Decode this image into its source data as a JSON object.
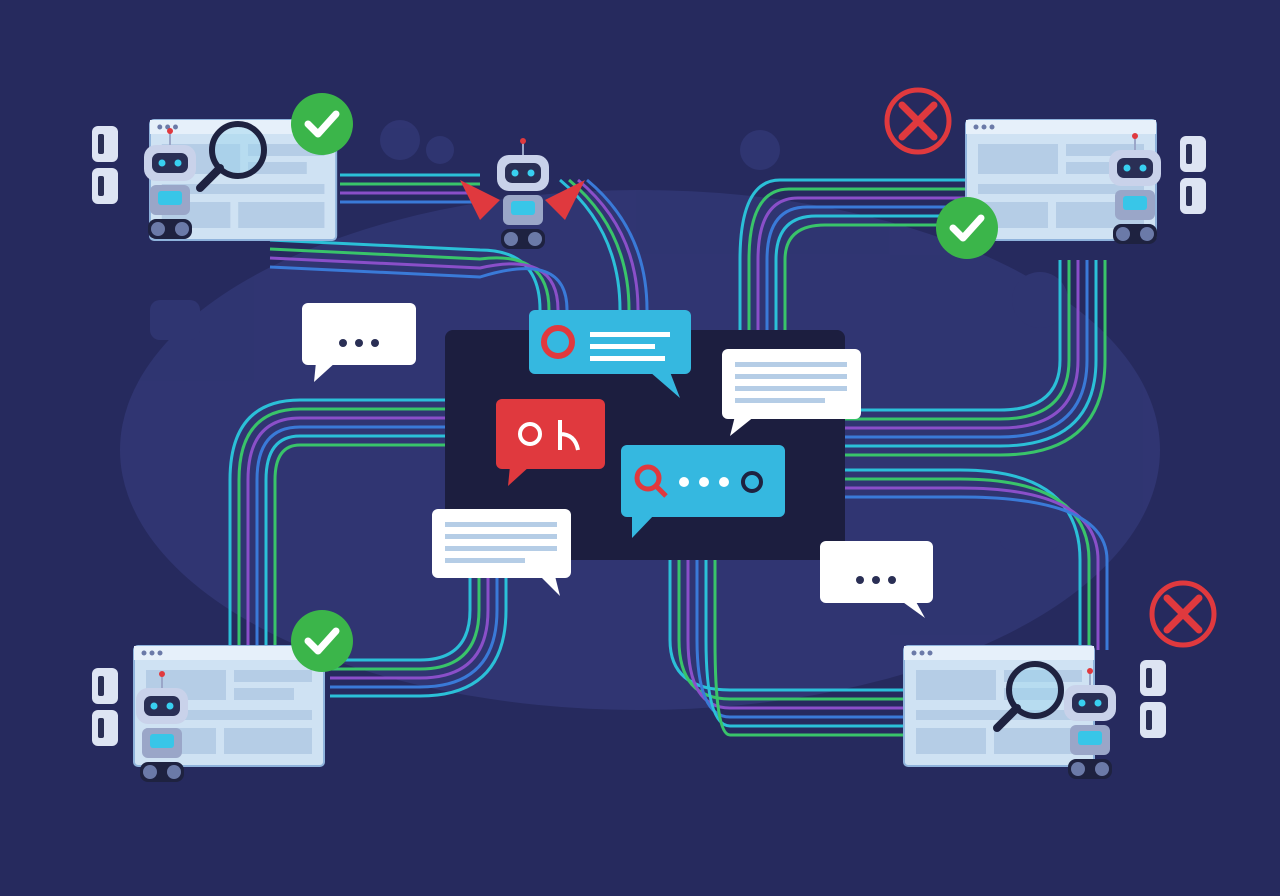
{
  "colors": {
    "background": "#262a5e",
    "panel": "#1c1e3f",
    "line_cyan": "#2bc0d8",
    "line_green": "#39c46a",
    "line_purple": "#8a4fc9",
    "line_blue": "#3a7ad8",
    "success": "#3bb54a",
    "error": "#e0393e",
    "window": "#cfe2f3",
    "bubble_blue": "#35b8e0",
    "bubble_red": "#e0393e",
    "bubble_white": "#ffffff"
  },
  "agents": [
    {
      "id": "top-left",
      "status": "success",
      "tool": "magnifier-icon"
    },
    {
      "id": "top-center",
      "status": "none",
      "tool": "none"
    },
    {
      "id": "top-right",
      "status": "error-and-success",
      "tool": "none"
    },
    {
      "id": "bottom-left",
      "status": "success",
      "tool": "none"
    },
    {
      "id": "bottom-right",
      "status": "error",
      "tool": "magnifier-icon"
    }
  ],
  "bubbles": [
    {
      "style": "white",
      "content": "ellipsis-icon"
    },
    {
      "style": "blue",
      "content": "refresh-icon"
    },
    {
      "style": "white",
      "content": "text-lines"
    },
    {
      "style": "red",
      "content": "merge-icon"
    },
    {
      "style": "blue",
      "content": "search-icon"
    },
    {
      "style": "white",
      "content": "text-lines"
    },
    {
      "style": "white",
      "content": "ellipsis-icon"
    }
  ]
}
